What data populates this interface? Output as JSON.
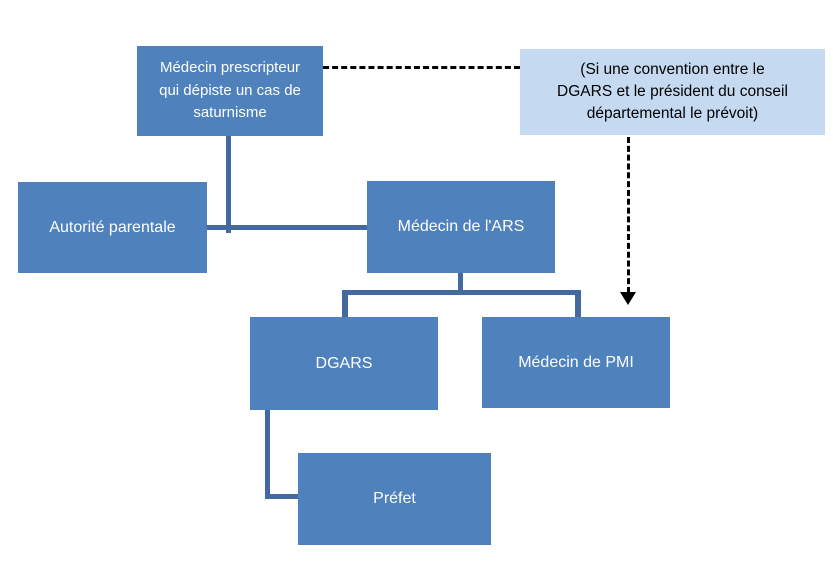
{
  "palette": {
    "box_fill": "#4f81bd",
    "box_text": "#ffffff",
    "note_fill": "#c5d9f1",
    "note_text": "#000000",
    "connector": "#44699e",
    "dash": "#000000"
  },
  "diagram": {
    "boxes": [
      {
        "id": "medecin-prescripteur",
        "label": "Médecin prescripteur\nqui dépiste un cas de\nsaturnisme"
      },
      {
        "id": "convention-note",
        "label": "(Si une convention entre le\nDGARS et le président du conseil\ndépartemental le prévoit)"
      },
      {
        "id": "autorite-parentale",
        "label": "Autorité parentale"
      },
      {
        "id": "medecin-ars",
        "label": "Médecin de l'ARS"
      },
      {
        "id": "dgars",
        "label": "DGARS"
      },
      {
        "id": "medecin-pmi",
        "label": "Médecin de PMI"
      },
      {
        "id": "prefet",
        "label": "Préfet"
      }
    ],
    "connections": [
      {
        "from": "medecin-prescripteur",
        "to": "autorite-parentale / medecin-ars",
        "style": "solid"
      },
      {
        "from": "medecin-ars",
        "to": "dgars",
        "style": "solid"
      },
      {
        "from": "medecin-ars",
        "to": "medecin-pmi",
        "style": "solid"
      },
      {
        "from": "dgars",
        "to": "prefet",
        "style": "solid"
      },
      {
        "from": "medecin-prescripteur",
        "to": "convention-note",
        "style": "dashed"
      },
      {
        "from": "convention-note",
        "to": "medecin-pmi",
        "style": "dashed-arrow"
      }
    ]
  }
}
